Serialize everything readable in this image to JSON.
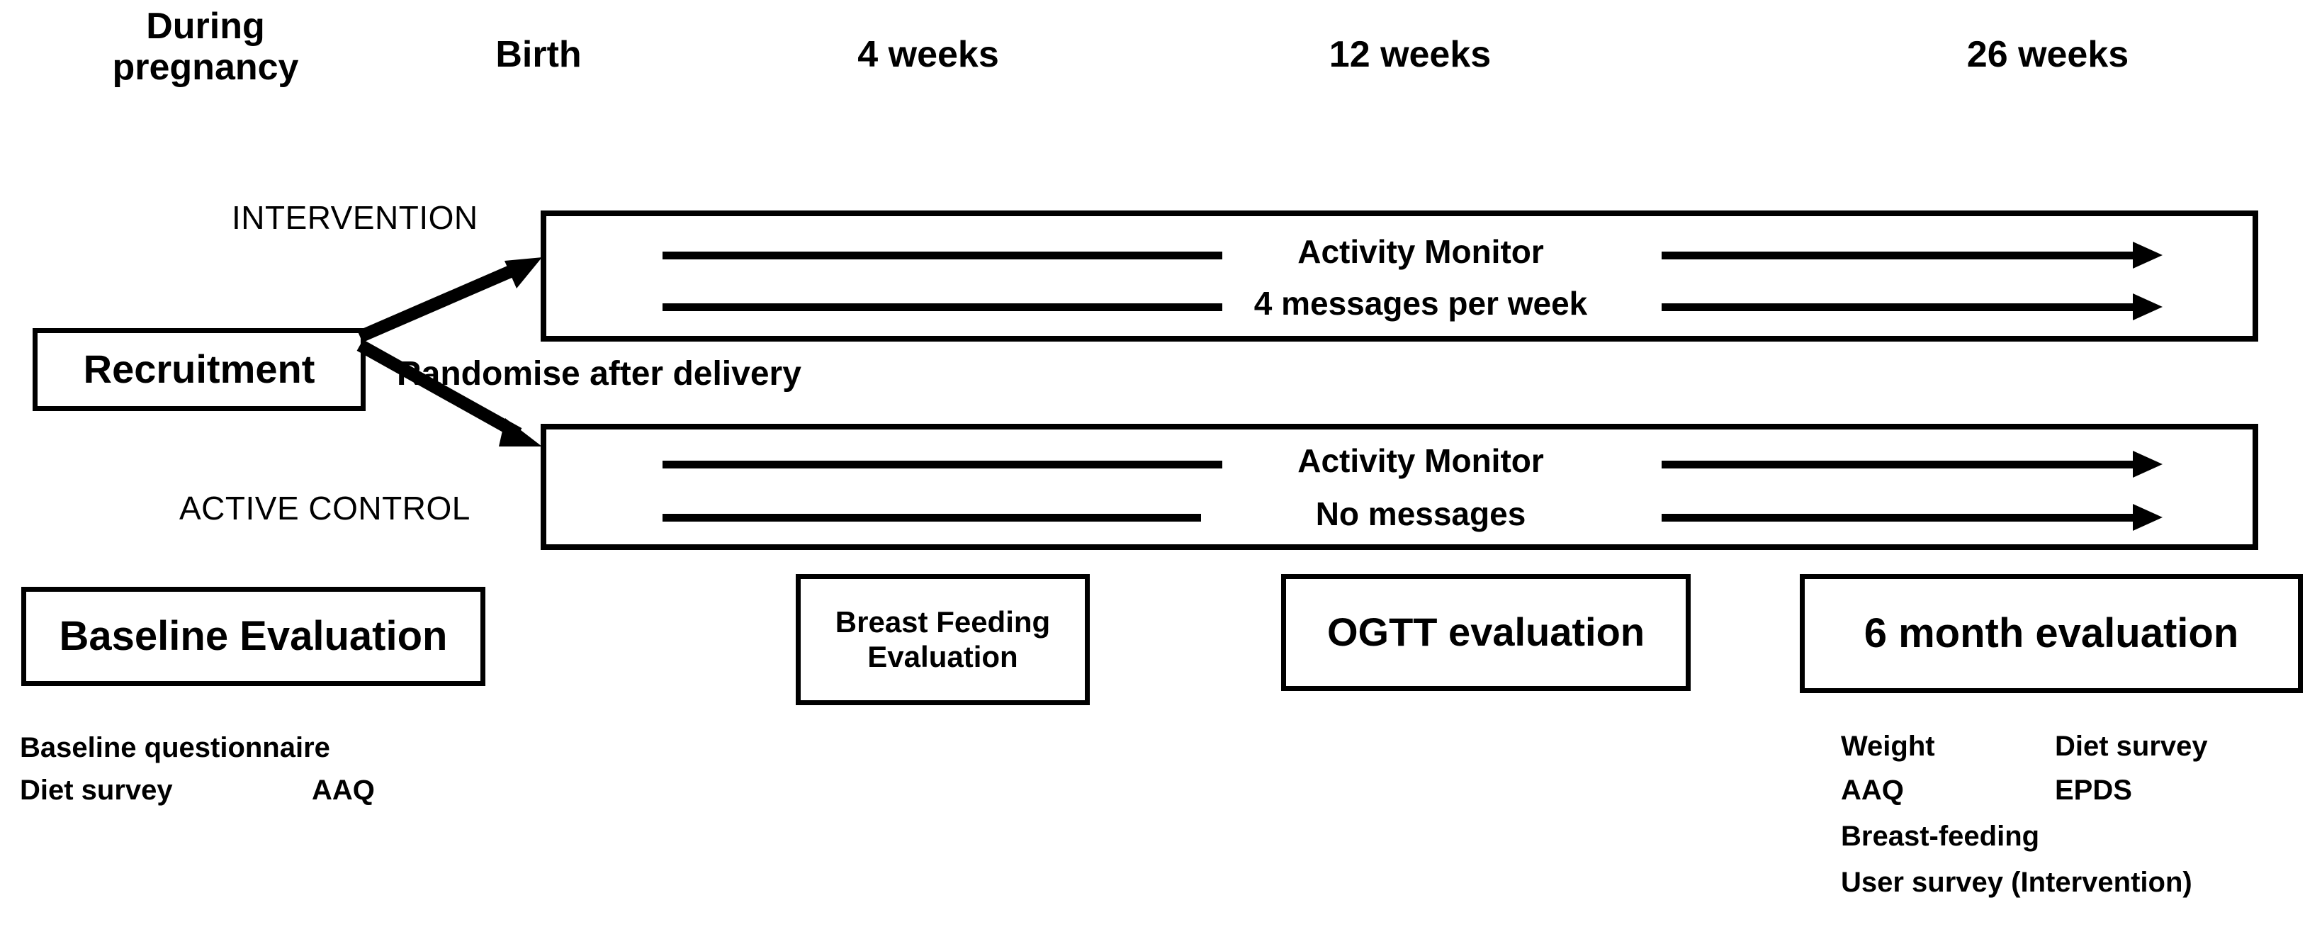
{
  "figure": {
    "type": "study-timeline-flow-diagram",
    "background_color": "#ffffff",
    "ink_color": "#000000"
  },
  "timeline": {
    "labels": [
      {
        "id": "during-pregnancy",
        "text": "During\npregnancy"
      },
      {
        "id": "birth",
        "text": "Birth"
      },
      {
        "id": "4-weeks",
        "text": "4 weeks"
      },
      {
        "id": "12-weeks",
        "text": "12 weeks"
      },
      {
        "id": "26-weeks",
        "text": "26 weeks"
      }
    ]
  },
  "recruitment": {
    "label": "Recruitment"
  },
  "randomisation": {
    "caption": "Randomise after delivery"
  },
  "arms": [
    {
      "id": "intervention",
      "caption": "INTERVENTION",
      "items": [
        {
          "id": "activity-monitor",
          "label": "Activity Monitor"
        },
        {
          "id": "messages",
          "label": "4 messages per week"
        }
      ]
    },
    {
      "id": "active-control",
      "caption": "ACTIVE CONTROL",
      "items": [
        {
          "id": "activity-monitor",
          "label": "Activity Monitor"
        },
        {
          "id": "messages",
          "label": "No messages"
        }
      ]
    }
  ],
  "evaluations": [
    {
      "id": "baseline-evaluation",
      "title": "Baseline Evaluation",
      "title_font_size": "58px",
      "details": [
        [
          "Baseline questionnaire",
          ""
        ],
        [
          "Diet survey",
          "AAQ"
        ]
      ]
    },
    {
      "id": "breast-feeding-evaluation",
      "title": "Breast Feeding\nEvaluation",
      "title_font_size": "42px",
      "details": []
    },
    {
      "id": "ogtt-evaluation",
      "title": "OGTT evaluation",
      "title_font_size": "56px",
      "details": []
    },
    {
      "id": "six-month-evaluation",
      "title": "6 month evaluation",
      "title_font_size": "58px",
      "details": [
        [
          "Weight",
          "Diet survey"
        ],
        [
          "AAQ",
          "EPDS"
        ],
        [
          "Breast-feeding",
          ""
        ],
        [
          "User survey (Intervention)",
          ""
        ]
      ]
    }
  ]
}
